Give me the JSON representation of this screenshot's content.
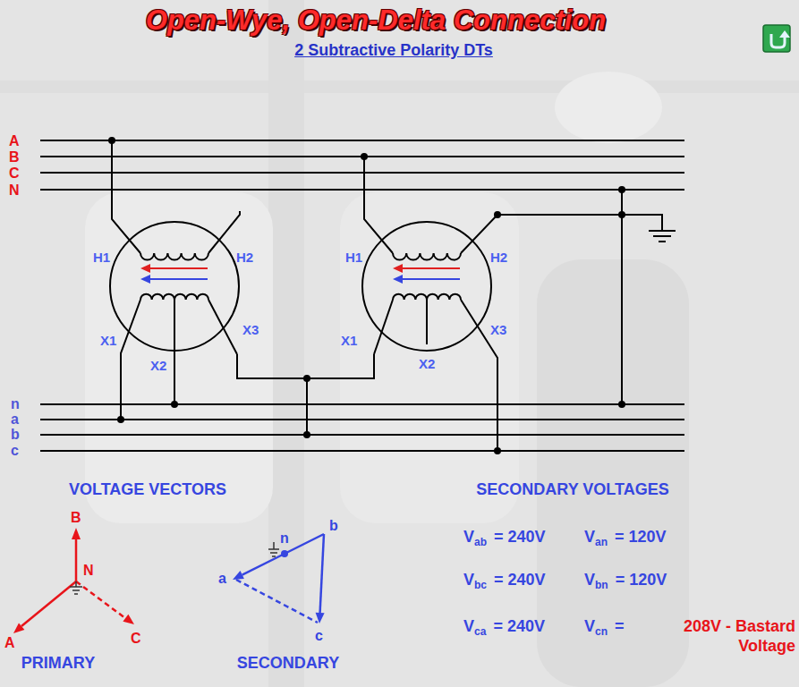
{
  "diagram": {
    "title": "Open-Wye, Open-Delta Connection",
    "nodes": [
      {
        "text": [
          "H1",
          "H2",
          "X1",
          "X3",
          "X2"
        ]
      },
      {
        "text": [
          "H1",
          "H2",
          "X1",
          "X3",
          "X2"
        ]
      }
    ],
    "edges": [
      {
        "from": 0,
        "to": 1,
        "arrow": "none"
      }
    ],
    "labels": [
      "2 Subtractive Polarity DTs",
      "A",
      "B",
      "C",
      "N",
      "n",
      "a",
      "b",
      "c",
      "VOLTAGE VECTORS",
      "SECONDARY VOLTAGES",
      "B",
      "N",
      "A",
      "C",
      "PRIMARY",
      "n",
      "b",
      "a",
      "c",
      "SECONDARY",
      "V",
      "ab",
      "= 240V",
      "V",
      "an",
      "= 120V",
      "V",
      "bc",
      "= 240V",
      "V",
      "bn",
      "= 120V",
      "V",
      "ca",
      "= 240V",
      "V",
      "cn",
      "=",
      "208V - Bastard Voltage"
    ]
  }
}
